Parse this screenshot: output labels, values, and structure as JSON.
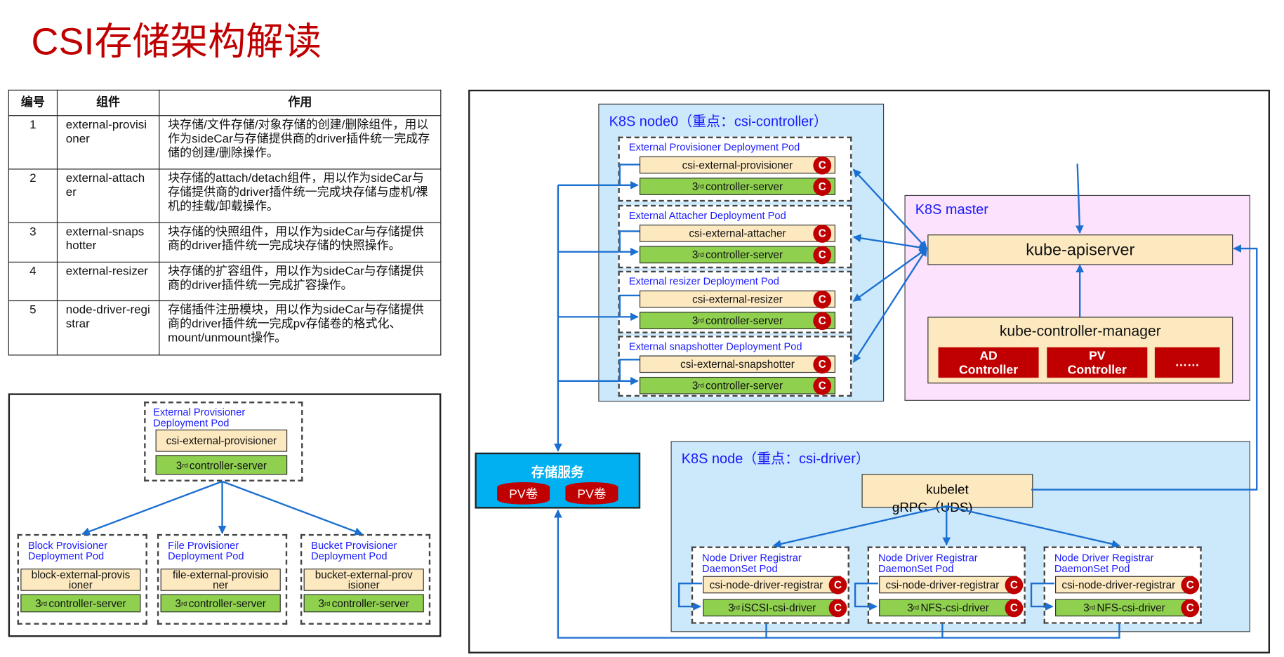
{
  "title": "CSI存储架构解读",
  "table": {
    "headers": [
      "编号",
      "组件",
      "作用"
    ],
    "rows": [
      [
        "1",
        "external-provisioner",
        "块存储/文件存储/对象存储的创建/删除组件，用以作为sideCar与存储提供商的driver插件统一完成存储的创建/删除操作。"
      ],
      [
        "2",
        "external-attacher",
        "块存储的attach/detach组件，用以作为sideCar与存储提供商的driver插件统一完成块存储与虚机/裸机的挂载/卸载操作。"
      ],
      [
        "3",
        "external-snapshotter",
        "块存储的快照组件，用以作为sideCar与存储提供商的driver插件统一完成块存储的快照操作。"
      ],
      [
        "4",
        "external-resizer",
        "块存储的扩容组件，用以作为sideCar与存储提供商的driver插件统一完成扩容操作。"
      ],
      [
        "5",
        "node-driver-registrar",
        "存储插件注册模块，用以作为sideCar与存储提供商的driver插件统一完成pv存储卷的格式化、mount/unmount操作。"
      ]
    ]
  },
  "provisioner_diagram": {
    "top_pod": {
      "label": "External Provisioner Deployment Pod",
      "sidecar": "csi-external-provisioner",
      "server": {
        "ord": "3",
        "sup": "rd",
        "name": "controller-server"
      }
    },
    "pods": [
      {
        "label": "Block Provisioner Deployment Pod",
        "sidecar": "block-external-provisioner",
        "server": {
          "ord": "3",
          "sup": "rd",
          "name": "controller-server"
        }
      },
      {
        "label": "File Provisioner Deployment Pod",
        "sidecar": "file-external-provisioner",
        "server": {
          "ord": "3",
          "sup": "rd",
          "name": "controller-server"
        }
      },
      {
        "label": "Bucket Provisioner Deployment Pod",
        "sidecar": "bucket-external-provisioner",
        "server": {
          "ord": "3",
          "sup": "rd",
          "name": "controller-server"
        }
      }
    ]
  },
  "node0": {
    "title": "K8S node0（重点：csi-controller）",
    "pods": [
      {
        "label": "External Provisioner Deployment Pod",
        "sidecar": "csi-external-provisioner",
        "server": {
          "ord": "3",
          "sup": "rd",
          "name": "controller-server"
        }
      },
      {
        "label": "External Attacher Deployment Pod",
        "sidecar": "csi-external-attacher",
        "server": {
          "ord": "3",
          "sup": "rd",
          "name": "controller-server"
        }
      },
      {
        "label": "External resizer Deployment Pod",
        "sidecar": "csi-external-resizer",
        "server": {
          "ord": "3",
          "sup": "rd",
          "name": "controller-server"
        }
      },
      {
        "label": "External snapshotter Deployment Pod",
        "sidecar": "csi-external-snapshotter",
        "server": {
          "ord": "3",
          "sup": "rd",
          "name": "controller-server"
        }
      }
    ],
    "container_icon": "C"
  },
  "master": {
    "title": "K8S master",
    "apiserver": "kube-apiserver",
    "controller_manager": "kube-controller-manager",
    "controllers": [
      "AD\nController",
      "PV\nController",
      "……"
    ]
  },
  "storage": {
    "title": "存储服务",
    "volumes": [
      "PV卷",
      "PV卷"
    ]
  },
  "node": {
    "title": "K8S node（重点：csi-driver）",
    "kubelet": "kubelet",
    "grpc": "gRPC（UDS)",
    "pods": [
      {
        "label": "Node Driver Registrar DaemonSet Pod",
        "sidecar": "csi-node-driver-registrar",
        "driver": {
          "ord": "3",
          "sup": "rd",
          "name": "iSCSI-csi-driver"
        }
      },
      {
        "label": "Node Driver Registrar DaemonSet Pod",
        "sidecar": "csi-node-driver-registrar",
        "driver": {
          "ord": "3",
          "sup": "rd",
          "name": "NFS-csi-driver"
        }
      },
      {
        "label": "Node Driver Registrar DaemonSet Pod",
        "sidecar": "csi-node-driver-registrar",
        "driver": {
          "ord": "3",
          "sup": "rd",
          "name": "NFS-csi-driver"
        }
      }
    ]
  },
  "colors": {
    "title": "#c00000",
    "label_blue": "#1a1aff",
    "node_bg": "#cce8fb",
    "master_bg": "#fce2fc",
    "sidecar": "#fde9c0",
    "server": "#8fd14f",
    "storage": "#00b0f0",
    "controller_red": "#c00000",
    "arrow": "#1a6fd0"
  }
}
